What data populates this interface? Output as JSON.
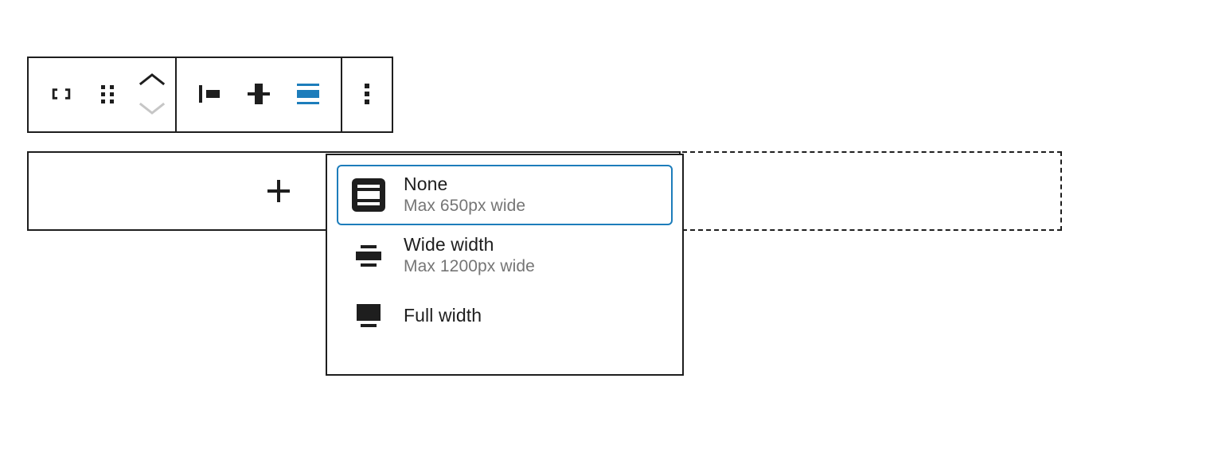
{
  "colors": {
    "accent": "#1d7dbb",
    "ink": "#1e1e1e",
    "muted": "#757575",
    "disabled": "#c6c6c6",
    "surface": "#ffffff"
  },
  "toolbar": {
    "groups": [
      {
        "name": "block-controls",
        "buttons": [
          {
            "icon": "row-block-icon",
            "label": "Row"
          },
          {
            "icon": "drag-handle-icon",
            "label": "Drag"
          },
          {
            "icon": "move-up-icon",
            "label": "Move up"
          },
          {
            "icon": "move-down-icon",
            "label": "Move down"
          }
        ]
      },
      {
        "name": "block-formatting",
        "buttons": [
          {
            "icon": "align-left-icon",
            "label": "Change items justification"
          },
          {
            "icon": "vertical-align-icon",
            "label": "Change vertical alignment"
          },
          {
            "icon": "align-none-icon",
            "label": "Align",
            "state": "active"
          }
        ]
      },
      {
        "name": "block-options",
        "buttons": [
          {
            "icon": "more-options-icon",
            "label": "Options"
          }
        ]
      }
    ]
  },
  "canvas": {
    "row_block": {
      "appender_icon": "plus-icon",
      "appender_label": "Add block"
    },
    "placeholder_block": {
      "label": "Empty dashed placeholder block"
    }
  },
  "align_menu": {
    "items": [
      {
        "icon": "align-none-selected-icon",
        "title": "None",
        "subtitle": "Max 650px wide",
        "selected": true
      },
      {
        "icon": "align-wide-icon",
        "title": "Wide width",
        "subtitle": "Max 1200px wide",
        "selected": false
      },
      {
        "icon": "align-full-icon",
        "title": "Full width",
        "subtitle": "",
        "selected": false
      }
    ]
  }
}
